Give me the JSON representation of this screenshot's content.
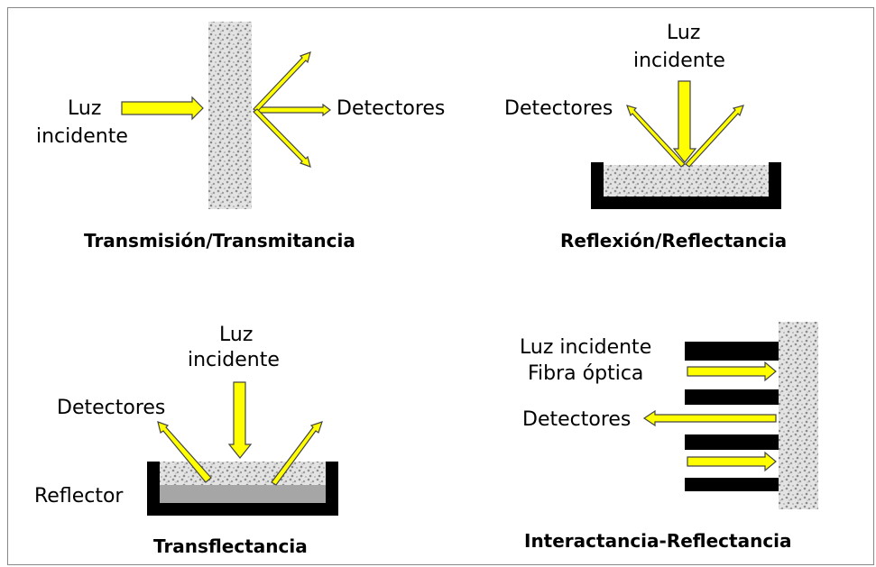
{
  "panels": {
    "transmision": {
      "incident_line1": "Luz",
      "incident_line2": "incidente",
      "detectors": "Detectores",
      "title": "Transmisión/Transmitancia"
    },
    "reflexion": {
      "incident_line1": "Luz",
      "incident_line2": "incidente",
      "detectors": "Detectores",
      "title": "Reflexión/Reflectancia"
    },
    "transflectancia": {
      "incident_line1": "Luz",
      "incident_line2": "incidente",
      "detectors": "Detectores",
      "reflector": "Reflector",
      "title": "Transflectancia"
    },
    "interactancia": {
      "incident": "Luz incidente",
      "fiber": "Fibra óptica",
      "detectors": "Detectores",
      "title": "Interactancia-Reflectancia"
    }
  },
  "colors": {
    "arrow": "#ffff00",
    "sample": "#d4d4d4",
    "reflector": "#a6a6a6",
    "holder": "#000000"
  }
}
